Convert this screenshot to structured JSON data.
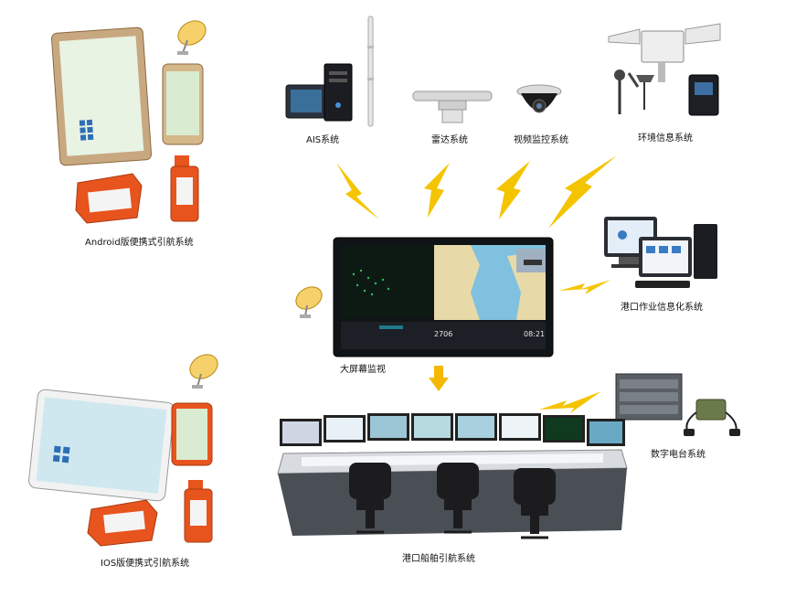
{
  "nodes": {
    "ais": "AIS系统",
    "radar": "雷达系统",
    "video": "视频监控系统",
    "env": "环境信息系统",
    "android": "Android版便携式引航系统",
    "port_it": "港口作业信息化系统",
    "bigscreen": "大屏幕监视",
    "ios": "IOS版便携式引航系统",
    "radio": "数字电台系统",
    "pilot": "港口船舶引航系统"
  },
  "screen_readouts": {
    "speed": "2706",
    "time": "08:21"
  },
  "colors": {
    "lightning": "#f5c400",
    "arrow": "#f5b800",
    "device_orange": "#e8541e",
    "screen_dark": "#111417",
    "sea_blue": "#7fc1de"
  }
}
